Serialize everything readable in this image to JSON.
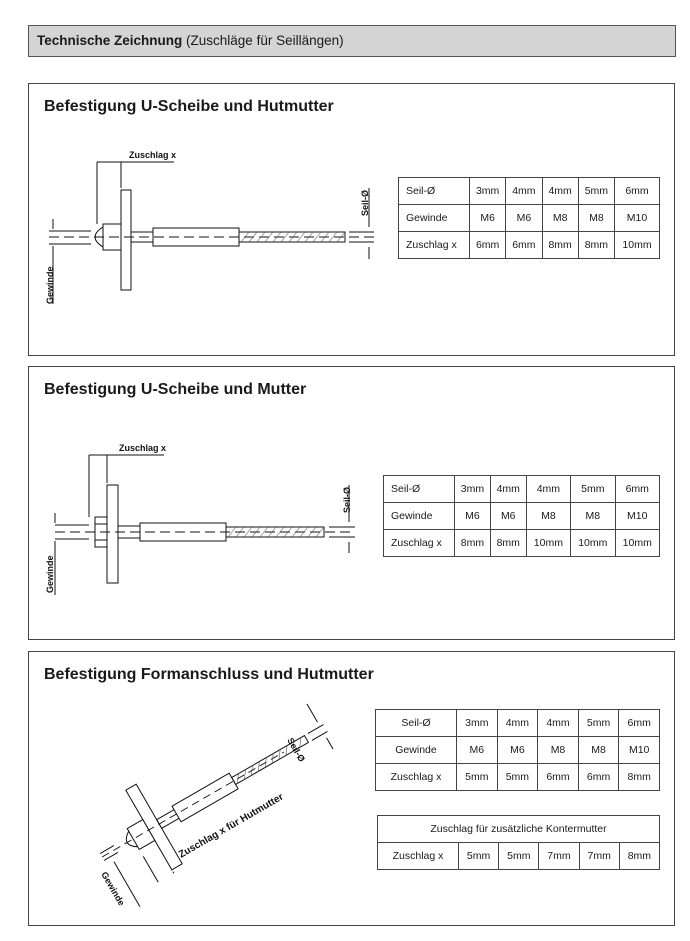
{
  "header": {
    "title_bold": "Technische Zeichnung",
    "title_rest": " (Zuschläge für Seillängen)"
  },
  "section1": {
    "title": "Befestigung U-Scheibe und Hutmutter",
    "labels": {
      "zuschlag": "Zuschlag x",
      "seil": "Seil-Ø",
      "gewinde": "Gewinde"
    },
    "table": [
      [
        "Seil-Ø",
        "3mm",
        "4mm",
        "4mm",
        "5mm",
        "6mm"
      ],
      [
        "Gewinde",
        "M6",
        "M6",
        "M8",
        "M8",
        "M10"
      ],
      [
        "Zuschlag x",
        "6mm",
        "6mm",
        "8mm",
        "8mm",
        "10mm"
      ]
    ]
  },
  "section2": {
    "title": "Befestigung U-Scheibe und Mutter",
    "labels": {
      "zuschlag": "Zuschlag x",
      "seil": "Seil-Ø",
      "gewinde": "Gewinde"
    },
    "table": [
      [
        "Seil-Ø",
        "3mm",
        "4mm",
        "4mm",
        "5mm",
        "6mm"
      ],
      [
        "Gewinde",
        "M6",
        "M6",
        "M8",
        "M8",
        "M10"
      ],
      [
        "Zuschlag x",
        "8mm",
        "8mm",
        "10mm",
        "10mm",
        "10mm"
      ]
    ]
  },
  "section3": {
    "title": "Befestigung Formanschluss und Hutmutter",
    "labels": {
      "zuschlag": "Zuschlag x für Hutmutter",
      "seil": "Seil-Ø",
      "gewinde": "Gewinde"
    },
    "table": [
      [
        "Seil-Ø",
        "3mm",
        "4mm",
        "4mm",
        "5mm",
        "6mm"
      ],
      [
        "Gewinde",
        "M6",
        "M6",
        "M8",
        "M8",
        "M10"
      ],
      [
        "Zuschlag x",
        "5mm",
        "5mm",
        "6mm",
        "6mm",
        "8mm"
      ]
    ],
    "table2_title": "Zuschlag für zusätzliche Kontermutter",
    "table2_row": [
      "Zuschlag x",
      "5mm",
      "5mm",
      "7mm",
      "7mm",
      "8mm"
    ]
  }
}
